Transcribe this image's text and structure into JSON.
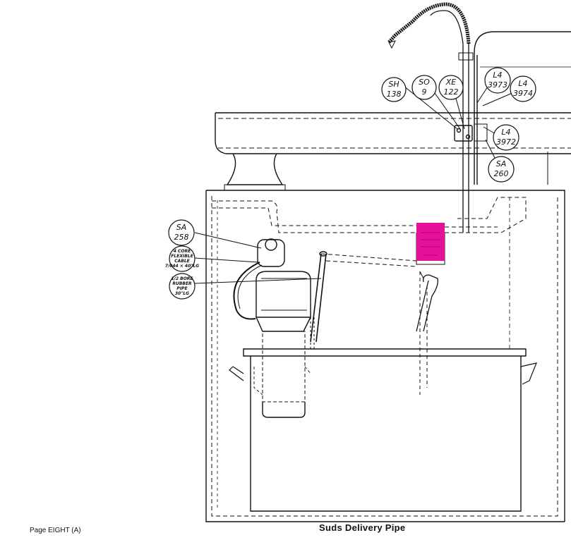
{
  "page_label": "Page EIGHT (A)",
  "caption": "Suds Delivery Pipe",
  "highlight_color": "#e6119b",
  "callouts": [
    {
      "id": "sh138",
      "lines": [
        "SH",
        "138"
      ]
    },
    {
      "id": "so9",
      "lines": [
        "SO",
        "9"
      ]
    },
    {
      "id": "xe122",
      "lines": [
        "XE",
        "122"
      ]
    },
    {
      "id": "l4-3973",
      "lines": [
        "L4",
        "3973"
      ]
    },
    {
      "id": "l4-3974",
      "lines": [
        "L4",
        "3974"
      ]
    },
    {
      "id": "l4-3972",
      "lines": [
        "L4",
        "3972"
      ]
    },
    {
      "id": "sa260",
      "lines": [
        "SA",
        "260"
      ]
    },
    {
      "id": "sa258",
      "lines": [
        "SA",
        "258"
      ]
    },
    {
      "id": "flex-cable",
      "lines": [
        "4 CORE",
        "FLEXIBLE",
        "CABLE",
        "7/044 × 40\"LG"
      ]
    },
    {
      "id": "rubber-pipe",
      "lines": [
        "1/2 BORE",
        "RUBBER",
        "PIPE",
        "30\"LG"
      ]
    }
  ]
}
